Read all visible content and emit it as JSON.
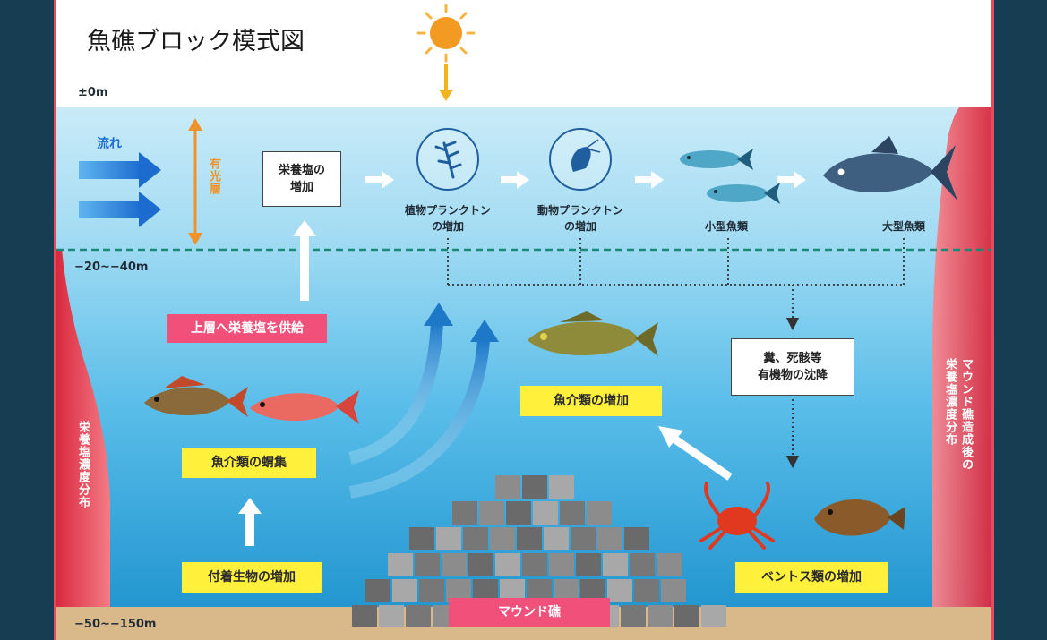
{
  "title": "魚礁ブロック模式図",
  "depths": {
    "surface": "±0m",
    "mid": "−20~−40m",
    "bottom": "−50~−150m"
  },
  "flow_label": "流れ",
  "photic_layer_label": "有光層",
  "nutrient_increase": "栄養塩の\n増加",
  "food_chain": {
    "phytoplankton": "植物プランクトン\nの増加",
    "zooplankton": "動物プランクトン\nの増加",
    "small_fish": "小型魚類",
    "large_fish": "大型魚類"
  },
  "supply_upper": "上層へ栄養塩を供給",
  "fish_gathering": "魚介類の蝟集",
  "attached_organisms": "付着生物の増加",
  "fish_increase": "魚介類の増加",
  "sedimentation": "糞、死骸等\n有機物の沈降",
  "benthos_increase": "ベントス類の増加",
  "mound_reef": "マウンド礁",
  "left_distribution": "栄養塩濃度分布",
  "right_distribution_1": "マウンド礁造成後の",
  "right_distribution_2": "栄養塩濃度分布",
  "colors": {
    "sea_top": "#bfe6f5",
    "sea_bottom": "#2a9ed6",
    "seabed": "#d9b98a",
    "pink": "#f0507a",
    "yellow": "#fff03c",
    "orange": "#f0922a",
    "dashed_line": "#1a8a78",
    "red_curve": "#e64a5c"
  },
  "icons": [
    "sun-icon",
    "phytoplankton-icon",
    "zooplankton-icon",
    "fish-icon",
    "crab-icon",
    "flatfish-icon"
  ]
}
